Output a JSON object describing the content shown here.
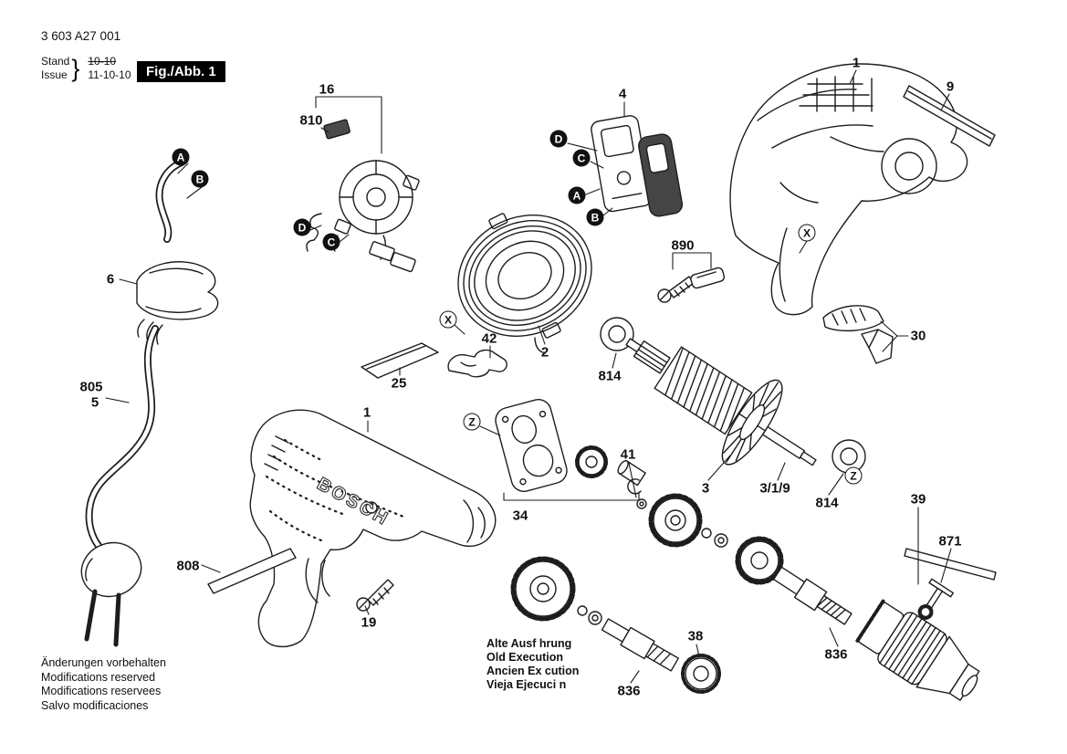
{
  "header": {
    "part_number": "3 603 A27 001",
    "stand_label": "Stand",
    "issue_label": "Issue",
    "stand_value": "10-10",
    "issue_value": "11-10-10",
    "figure_label": "Fig./Abb. 1"
  },
  "drawing": {
    "logo": "BOSCH"
  },
  "part_labels": [
    "16",
    "810",
    "4",
    "1",
    "9",
    "890",
    "6",
    "30",
    "42",
    "2",
    "805",
    "5",
    "25",
    "814",
    "1",
    "41",
    "3",
    "3/1/9",
    "814",
    "39",
    "871",
    "34",
    "808",
    "19",
    "38",
    "836",
    "836"
  ],
  "callout_letters_filled": [
    "A",
    "B",
    "D",
    "C",
    "A",
    "B",
    "D",
    "C"
  ],
  "callout_letters_outlined": [
    "X",
    "X",
    "Z",
    "Z"
  ],
  "footer_lines": [
    "Änderungen vorbehalten",
    "Modifications reserved",
    "Modifications reservees",
    "Salvo modificaciones"
  ],
  "note_lines": [
    "Alte Ausf hrung",
    "Old Execution",
    "Ancien Ex cution",
    "Vieja Ejecuci n"
  ]
}
